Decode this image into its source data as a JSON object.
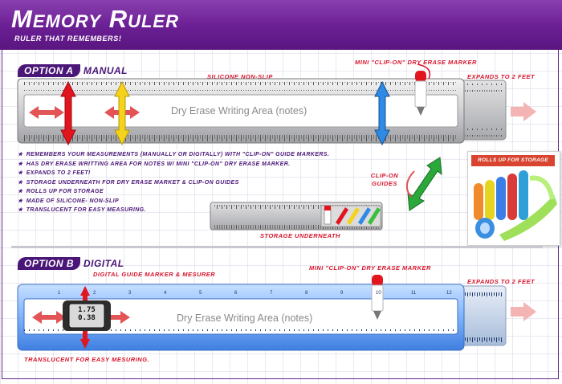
{
  "header": {
    "title": "Memory Ruler",
    "subtitle": "RULER THAT REMEMBERS!"
  },
  "option_a": {
    "badge": "OPTION A",
    "label": "MANUAL",
    "silicone_label": "SILICONE NON-SLIP",
    "marker_label": "MINI \"CLIP-ON\" DRY ERASE MARKER",
    "expands_label": "EXPANDS TO 2 FEET",
    "notes_area": "Dry Erase Writing Area (notes)"
  },
  "features": [
    "REMEMBERS YOUR MEASUREMENTS (MANUALLY OR DIGITALLY) WITH \"CLIP-ON\" GUIDE MARKERS.",
    "HAS DRY ERASE WRITTING AREA FOR NOTES W/ MINI \"CLIP-ON\" DRY ERASE MARKER.",
    "EXPANDS TO 2 FEET!",
    "STORAGE UNDERNEATH FOR DRY ERASE MARKET & CLIP-ON GUIDES",
    "ROLLS UP FOR STORAGE",
    "MADE OF SILICONE- NON-SLIP",
    "TRANSLUCENT FOR EASY MEASURING."
  ],
  "clip_on_label": "CLIP-ON GUIDES",
  "storage_label": "STORAGE UNDERNEATH",
  "rolls_up_label": "ROLLS UP FOR STORAGE",
  "option_b": {
    "badge": "OPTION B",
    "label": "DIGITAL",
    "guide_label": "DIGITAL GUIDE MARKER & MESURER",
    "marker_label": "MINI \"CLIP-ON\" DRY ERASE MARKER",
    "expands_label": "EXPANDS TO 2 FEET",
    "notes_area": "Dry Erase Writing Area (notes)",
    "lcd_top": "1.75",
    "lcd_bottom": "0.38",
    "translucent_label": "TRANSLUCENT FOR EASY MESURING.",
    "ruler_numbers": [
      "1",
      "2",
      "3",
      "4",
      "5",
      "6",
      "7",
      "8",
      "9",
      "10",
      "11",
      "12"
    ]
  },
  "colors": {
    "purple": "#5b2a86",
    "red": "#d9132b",
    "ruler_blue": "#7db2ff"
  }
}
